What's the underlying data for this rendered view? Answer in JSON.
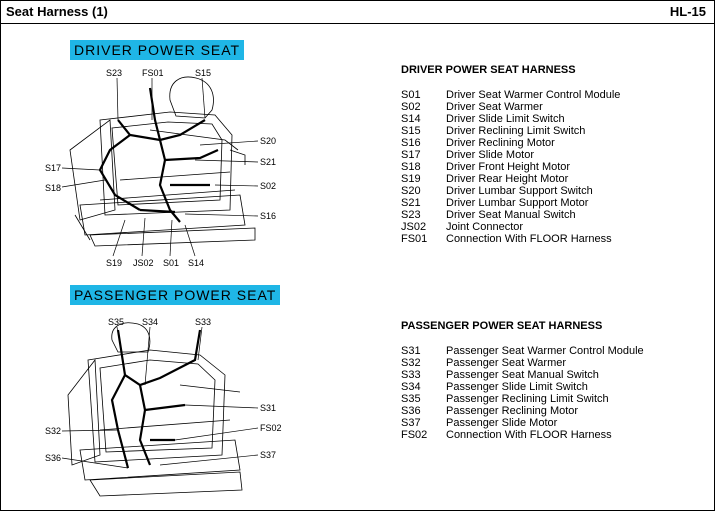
{
  "header": {
    "left": "Seat Harness (1)",
    "right": "HL-15"
  },
  "driver": {
    "badge": "DRIVER POWER SEAT",
    "callouts": {
      "s23": "S23",
      "fs01": "FS01",
      "s15": "S15",
      "s20": "S20",
      "s21": "S21",
      "s17": "S17",
      "s18": "S18",
      "s02": "S02",
      "s16": "S16",
      "s19": "S19",
      "js02": "JS02",
      "s01": "S01",
      "s14": "S14"
    },
    "harness_title": "DRIVER POWER SEAT HARNESS",
    "legend": [
      {
        "code": "S01",
        "desc": "Driver Seat Warmer Control Module"
      },
      {
        "code": "S02",
        "desc": "Driver Seat Warmer"
      },
      {
        "code": "S14",
        "desc": "Driver Slide Limit Switch"
      },
      {
        "code": "S15",
        "desc": "Driver Reclining Limit Switch"
      },
      {
        "code": "S16",
        "desc": "Driver Reclining Motor"
      },
      {
        "code": "S17",
        "desc": "Driver Slide Motor"
      },
      {
        "code": "S18",
        "desc": "Driver Front Height Motor"
      },
      {
        "code": "S19",
        "desc": "Driver Rear Height Motor"
      },
      {
        "code": "S20",
        "desc": "Driver Lumbar Support Switch"
      },
      {
        "code": "S21",
        "desc": "Driver Lumbar Support Motor"
      },
      {
        "code": "S23",
        "desc": "Driver Seat Manual Switch"
      },
      {
        "code": "JS02",
        "desc": "Joint Connector"
      },
      {
        "code": "FS01",
        "desc": "Connection With FLOOR Harness"
      }
    ]
  },
  "passenger": {
    "badge": "PASSENGER POWER SEAT",
    "callouts": {
      "s35": "S35",
      "s34": "S34",
      "s33": "S33",
      "s31": "S31",
      "s32": "S32",
      "fs02": "FS02",
      "s36": "S36",
      "s37": "S37"
    },
    "harness_title": "PASSENGER POWER SEAT HARNESS",
    "legend": [
      {
        "code": "S31",
        "desc": "Passenger Seat Warmer Control Module"
      },
      {
        "code": "S32",
        "desc": "Passenger Seat Warmer"
      },
      {
        "code": "S33",
        "desc": "Passenger Seat Manual Switch"
      },
      {
        "code": "S34",
        "desc": "Passenger Slide Limit Switch"
      },
      {
        "code": "S35",
        "desc": "Passenger Reclining Limit Switch"
      },
      {
        "code": "S36",
        "desc": "Passenger Reclining Motor"
      },
      {
        "code": "S37",
        "desc": "Passenger Slide Motor"
      },
      {
        "code": "FS02",
        "desc": "Connection With FLOOR Harness"
      }
    ]
  }
}
